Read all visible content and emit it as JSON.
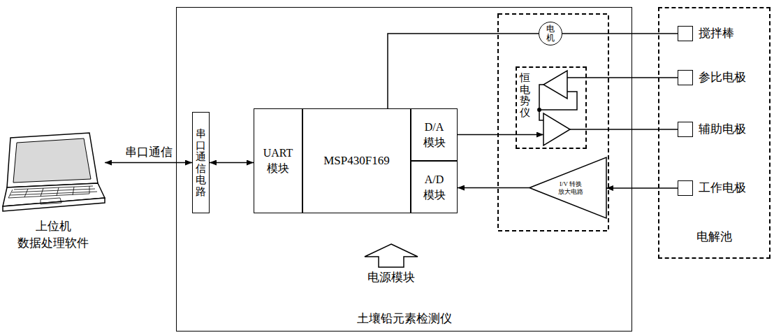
{
  "diagram": {
    "nodes": [
      {
        "text": [
          "上位机",
          "数据处理软件"
        ]
      },
      {
        "text": [
          "土壤铅元素检测仪"
        ]
      },
      {
        "text": [
          "串口通信电路"
        ],
        "in": 1
      },
      {
        "text": [
          "UART 模块"
        ],
        "in": 1
      },
      {
        "text": [
          "MSP430F169"
        ],
        "in": 1
      },
      {
        "text": [
          "D/A 模块"
        ],
        "in": 1
      },
      {
        "text": [
          "A/D 模块"
        ],
        "in": 1
      },
      {
        "text": [
          "电机"
        ],
        "in": 1
      },
      {
        "text": [
          "恒电势仪"
        ],
        "in": 1
      },
      {
        "text": [
          "I/V 转换 放大电路"
        ],
        "in": 1
      },
      {
        "text": [
          "电解池"
        ]
      },
      {
        "text": [
          "搅拌棒"
        ],
        "in": 10
      },
      {
        "text": [
          "参比电极"
        ],
        "in": 10
      },
      {
        "text": [
          "辅助电极"
        ],
        "in": 10
      },
      {
        "text": [
          "工作电极"
        ],
        "in": 10
      }
    ],
    "edges": [
      {
        "from": 0,
        "to": 2,
        "arrow": "both",
        "label": "串口通信"
      },
      {
        "from": 2,
        "to": 3,
        "arrow": "both"
      },
      {
        "from": 4,
        "to": 7,
        "arrow": "none"
      },
      {
        "from": 7,
        "to": 11,
        "arrow": "none"
      },
      {
        "from": 5,
        "to": 8,
        "arrow": "to"
      },
      {
        "from": 8,
        "to": 12,
        "arrow": "none"
      },
      {
        "from": 8,
        "to": 13,
        "arrow": "none"
      },
      {
        "from": 14,
        "to": 9,
        "arrow": "to"
      },
      {
        "from": 9,
        "to": 6,
        "arrow": "to"
      }
    ],
    "labels": [
      "电源模块"
    ]
  }
}
